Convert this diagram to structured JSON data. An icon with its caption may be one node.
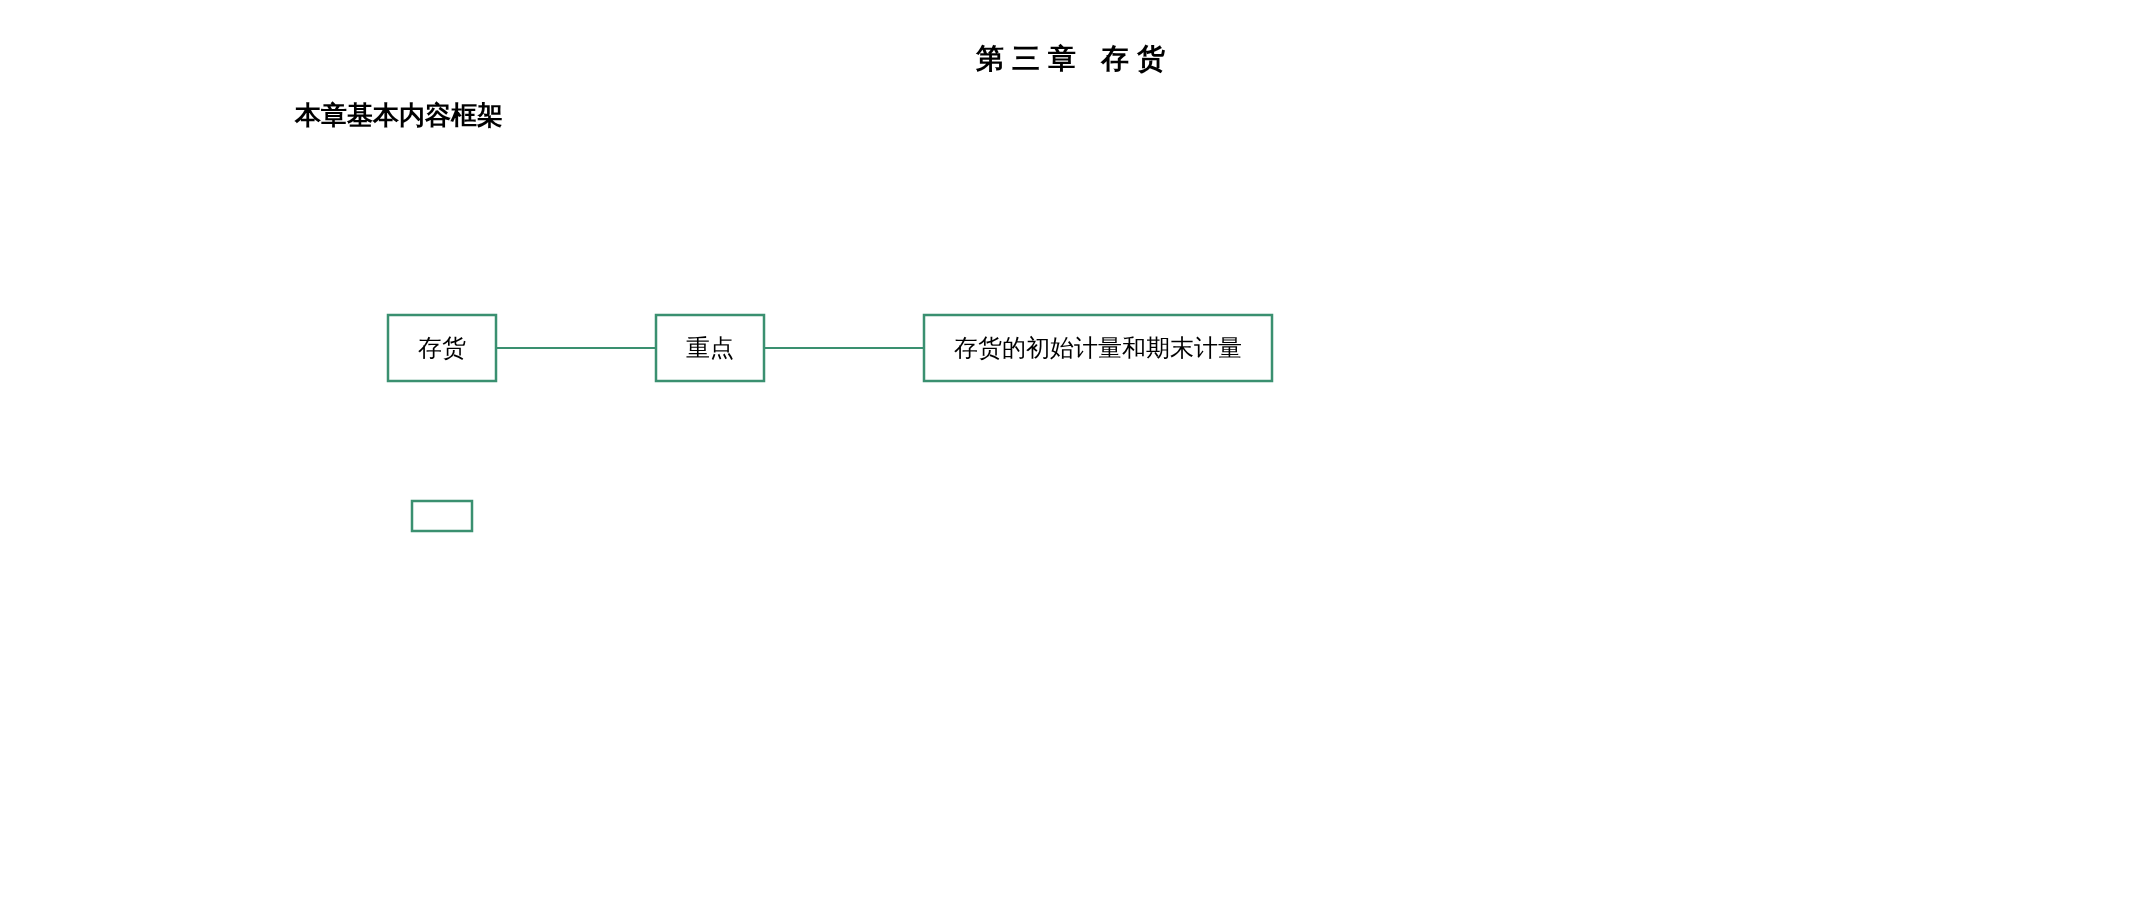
{
  "diagram": {
    "title": "第三章 存货",
    "labels": [
      "本章基本内容框架"
    ],
    "nodes": [
      {
        "text": [
          "存货"
        ]
      },
      {
        "text": [
          "重点"
        ]
      },
      {
        "text": [
          "存货的初始计量和期末计量"
        ]
      },
      {
        "text": [],
        "shape": "box"
      }
    ],
    "edges": [
      {
        "from": 0,
        "to": 1,
        "arrow": "none",
        "color": "#3a9070"
      },
      {
        "from": 1,
        "to": 2,
        "arrow": "none",
        "color": "#3a9070"
      }
    ]
  }
}
